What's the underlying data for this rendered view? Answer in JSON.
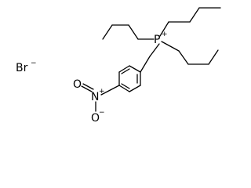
{
  "molecule": {
    "counterion": {
      "label": "Br",
      "charge": "−"
    },
    "center": {
      "label": "P",
      "charge": "+"
    },
    "nitro": {
      "o_top": "O",
      "n": "N",
      "n_charge": "+",
      "o_bottom": "O",
      "o_bottom_charge": "−"
    }
  }
}
